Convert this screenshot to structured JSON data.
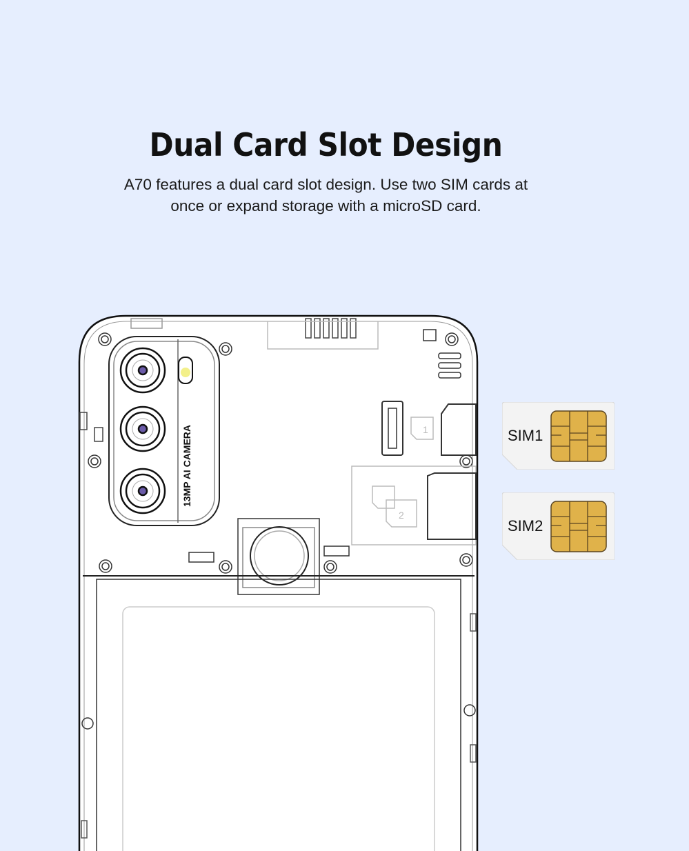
{
  "header": {
    "title": "Dual Card Slot Design",
    "subtitle_line1": "A70 features a dual card slot design. Use two SIM cards at",
    "subtitle_line2": "once or expand storage with a microSD card."
  },
  "phone": {
    "camera_label": "13MP AI CAMERA",
    "slot_icons": [
      "1",
      "2"
    ]
  },
  "sim_cards": [
    {
      "label": "SIM1"
    },
    {
      "label": "SIM2"
    }
  ],
  "colors": {
    "background": "#e6eefe",
    "chip_gold": "#e2b64a",
    "card": "#f2f2f2"
  }
}
